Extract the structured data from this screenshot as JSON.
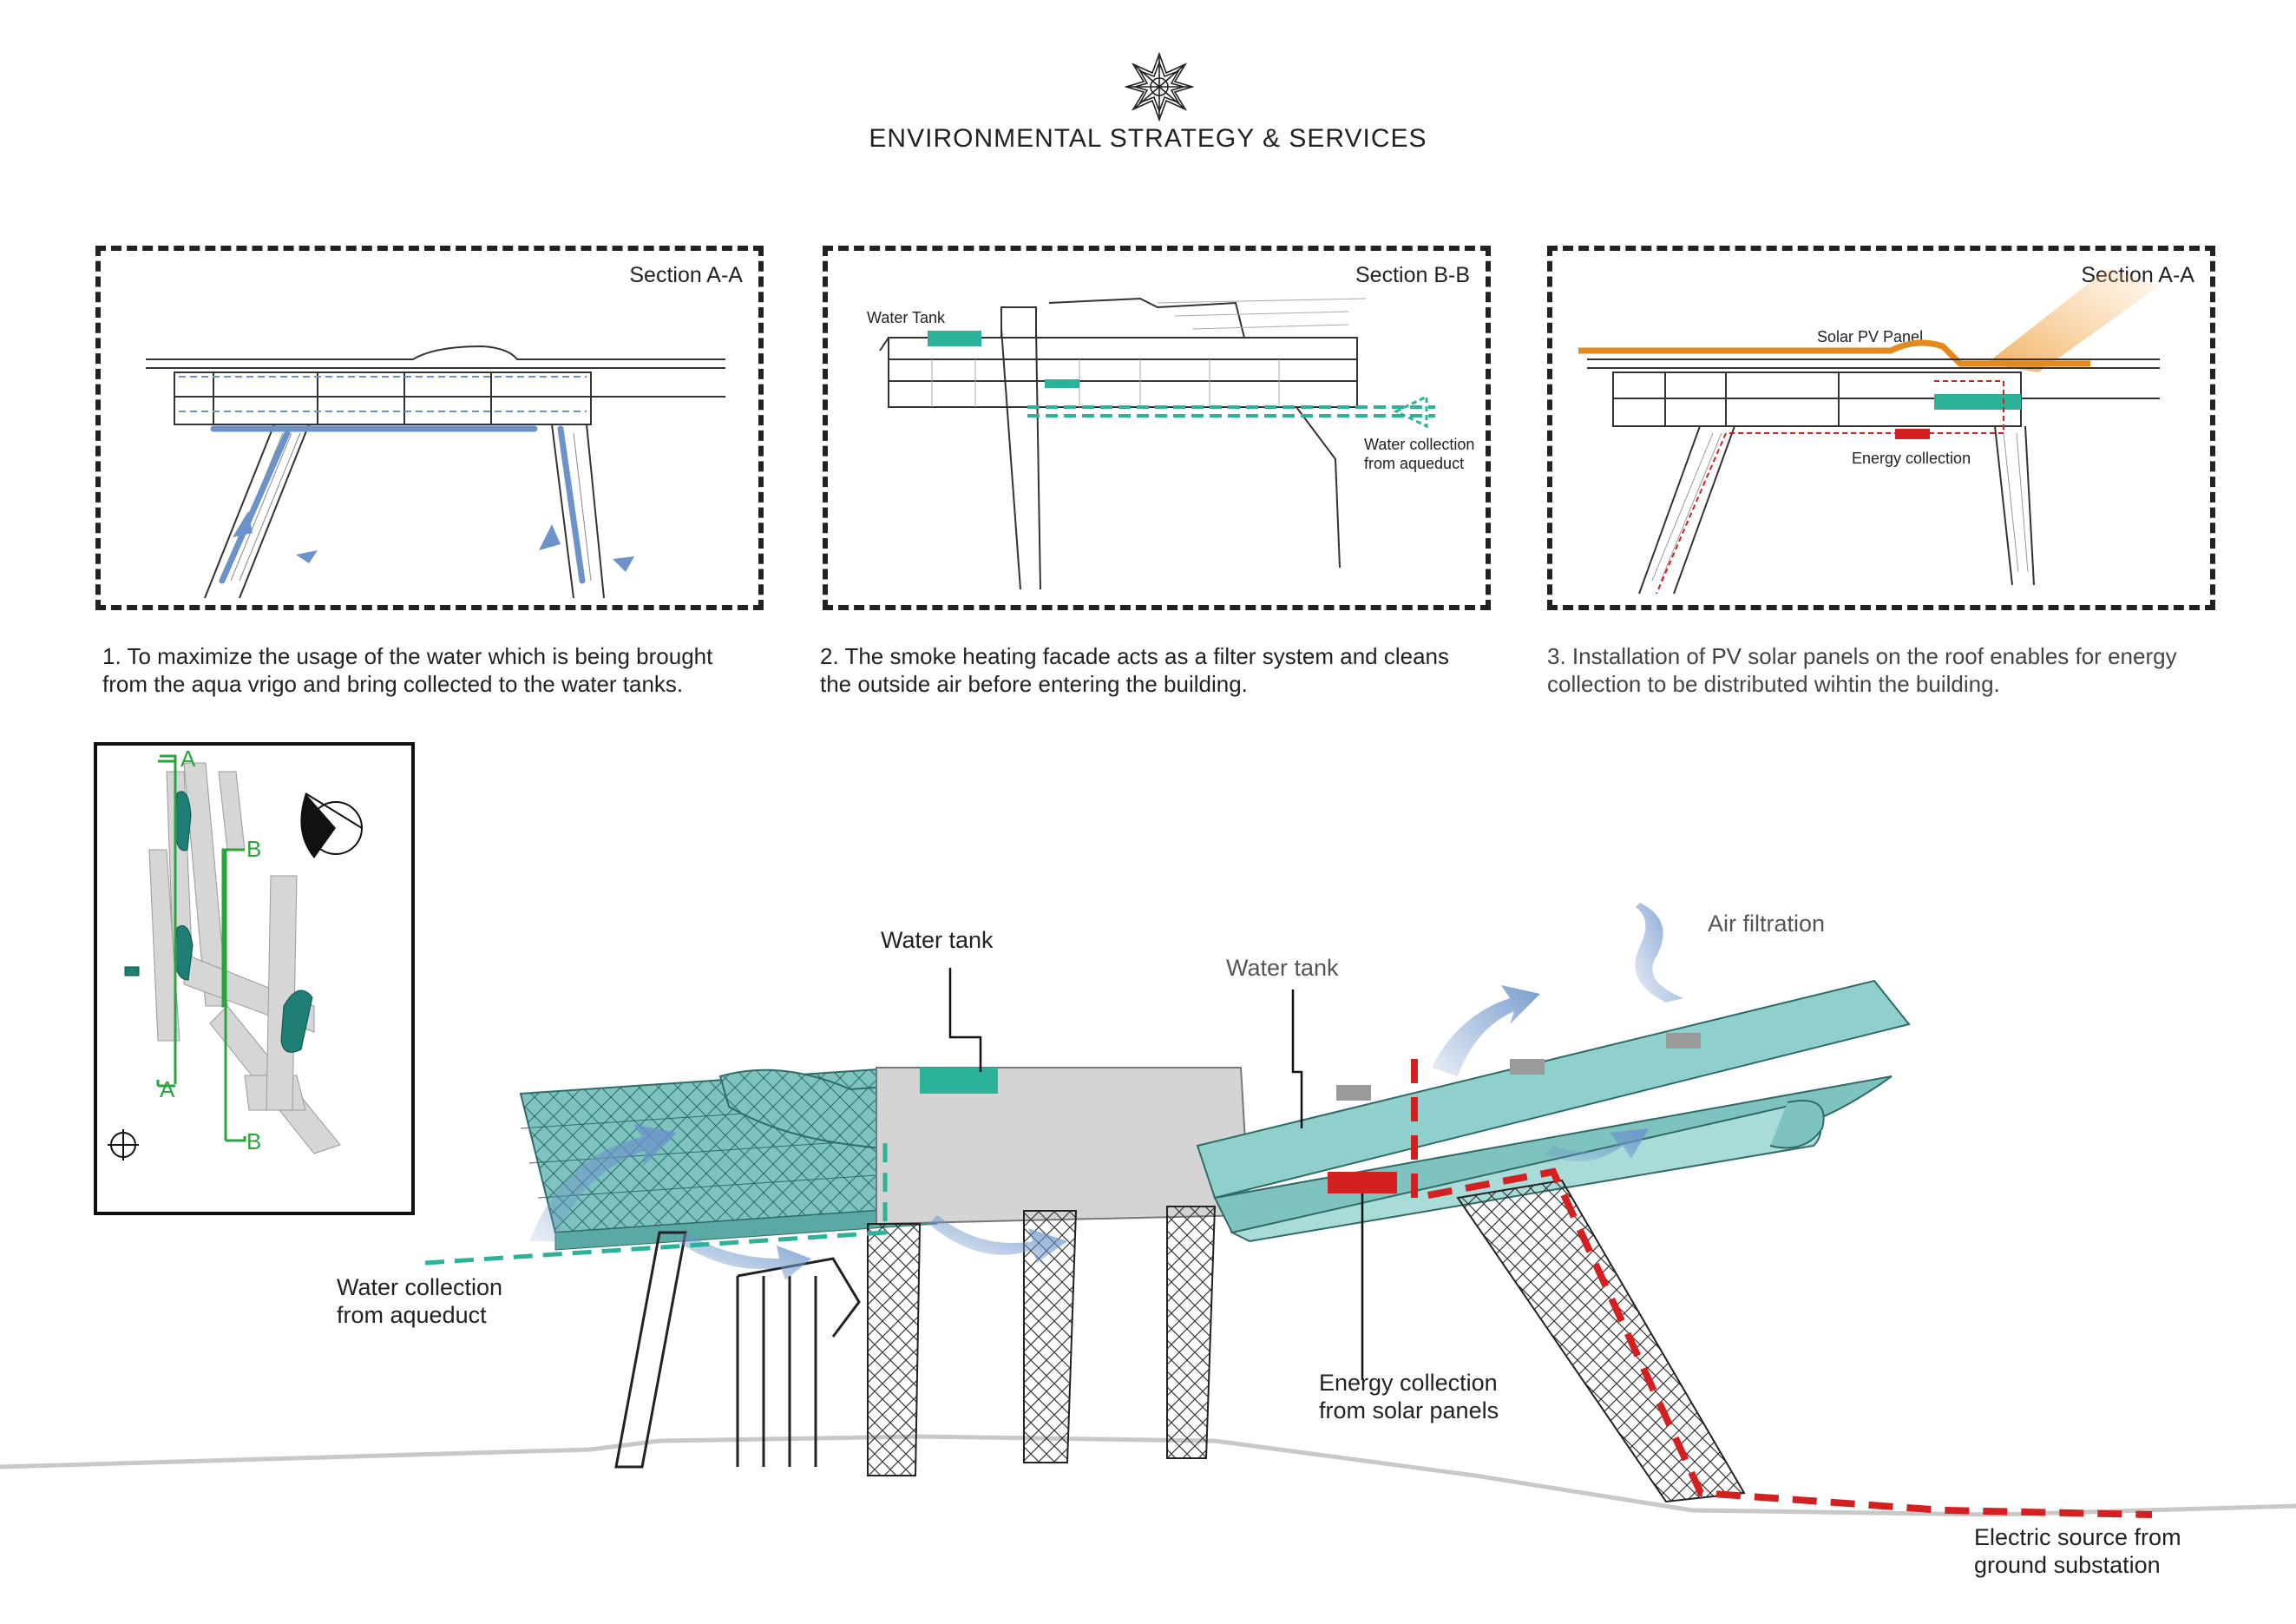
{
  "header": {
    "title": "ENVIRONMENTAL STRATEGY & SERVICES",
    "logo_icon": "ornamental-star-icon"
  },
  "panels": [
    {
      "section_label": "Section A-A",
      "caption": "1. To maximize the usage of the water which is being brought from the aqua vrigo and bring collected to the water tanks.",
      "accent": "#6b93c9"
    },
    {
      "section_label": "Section B-B",
      "caption": "2. The smoke heating facade acts as a filter system and cleans the outside air before entering the building.",
      "water_tank_label": "Water Tank",
      "water_collection_label": "Water collection from aqueduct",
      "accent": "#2bb39a"
    },
    {
      "section_label": "Section A-A",
      "caption": "3. Installation of PV solar panels on the roof enables for energy collection to be distributed wihtin the building.",
      "solar_panel_label": "Solar PV Panel",
      "energy_label": "Energy collection",
      "accent": "#e28a1e"
    }
  ],
  "keyplan": {
    "section_marks": [
      "A",
      "A",
      "B",
      "B"
    ],
    "accent": "#2aa53b",
    "icons": [
      "north-arrow-icon",
      "crosshair-icon"
    ]
  },
  "axonometric": {
    "labels": {
      "water_tank_left": "Water tank",
      "water_tank_right": "Water tank",
      "air_filtration": "Air filtration",
      "water_collection": "Water collection from aqueduct",
      "energy_collection": "Energy collection from solar panels",
      "electric_source": "Electric source from ground substation"
    },
    "colors": {
      "glass": "#7fc3c0",
      "water": "#2bb39a",
      "air": "#6b93c9",
      "energy": "#d42020"
    }
  }
}
